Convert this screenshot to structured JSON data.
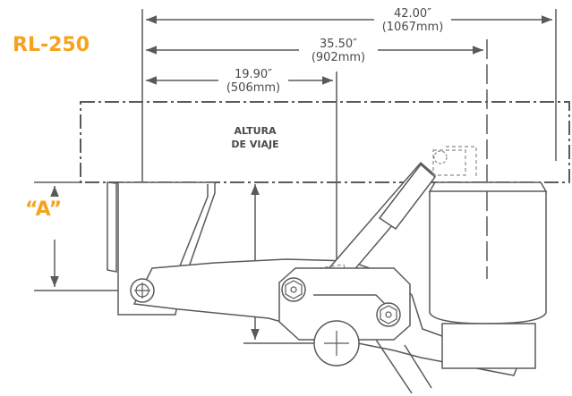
{
  "model_label": "RL-250",
  "dim_a_label": "“A”",
  "ride_height_label": [
    "ALTURA",
    "DE VIAJE"
  ],
  "dimensions": [
    {
      "inches": "42.00″",
      "mm": "(1067mm)"
    },
    {
      "inches": "35.50″",
      "mm": "(902mm)"
    },
    {
      "inches": "19.90″",
      "mm": "(506mm)"
    }
  ],
  "colors": {
    "accent": "#f7a21b",
    "line": "#5a5a5a",
    "part_fill": "#ffffff",
    "dashed": "#8a8a8a"
  }
}
